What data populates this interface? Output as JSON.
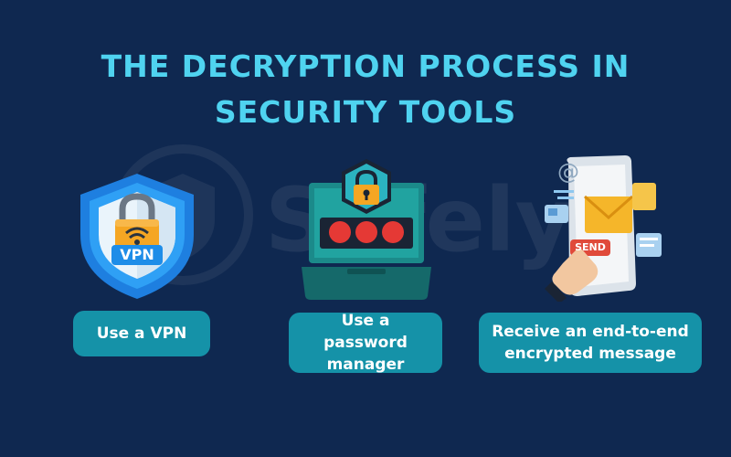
{
  "title": {
    "line1": "THE DECRYPTION PROCESS IN",
    "line2": "SECURITY TOOLS"
  },
  "watermark": "Safely",
  "steps": [
    {
      "label": "Use a VPN",
      "icon": "vpn-shield-icon",
      "badge_text": "VPN"
    },
    {
      "label_line1": "Use a password",
      "label_line2": "manager",
      "icon": "password-laptop-icon"
    },
    {
      "label_line1": "Receive an end-to-end",
      "label_line2": "encrypted message",
      "icon": "encrypted-message-phone-icon",
      "send_text": "SEND",
      "at_symbol": "@"
    }
  ],
  "colors": {
    "background": "#0f2850",
    "title": "#4fd3f0",
    "label_bg": "#1592a8",
    "label_text": "#ffffff"
  }
}
